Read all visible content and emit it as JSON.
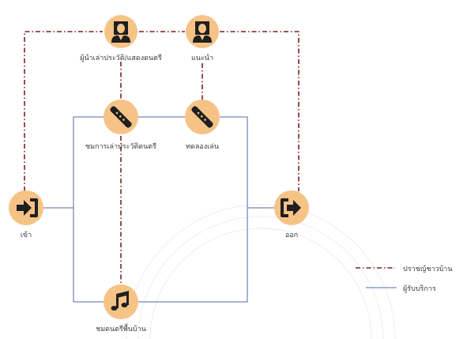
{
  "nodes": {
    "leader_history": {
      "label": "ผู้นำเล่าประวัติ/แสดงดนตรี",
      "icon": "person-icon"
    },
    "guide": {
      "label": "แนะนำ",
      "icon": "person-icon"
    },
    "music_history": {
      "label": "ชมการเล่าประวัติดนตรี",
      "icon": "flute-icon"
    },
    "try_play": {
      "label": "ทดลองเล่น",
      "icon": "flute-icon"
    },
    "entry": {
      "label": "เข้า",
      "icon": "enter-icon"
    },
    "exit": {
      "label": "ออก",
      "icon": "exit-icon"
    },
    "music_show": {
      "label": "ชมดนตรีพื้นบ้าน",
      "icon": "music-note-icon"
    }
  },
  "legend": {
    "villager": "ปราชญ์ชาวบ้าน",
    "visitor": "ผู้รับบริการ"
  },
  "colors": {
    "node_fill": "#f6c386",
    "villager_line": "#7a1f24",
    "visitor_line": "#5a64a8"
  }
}
